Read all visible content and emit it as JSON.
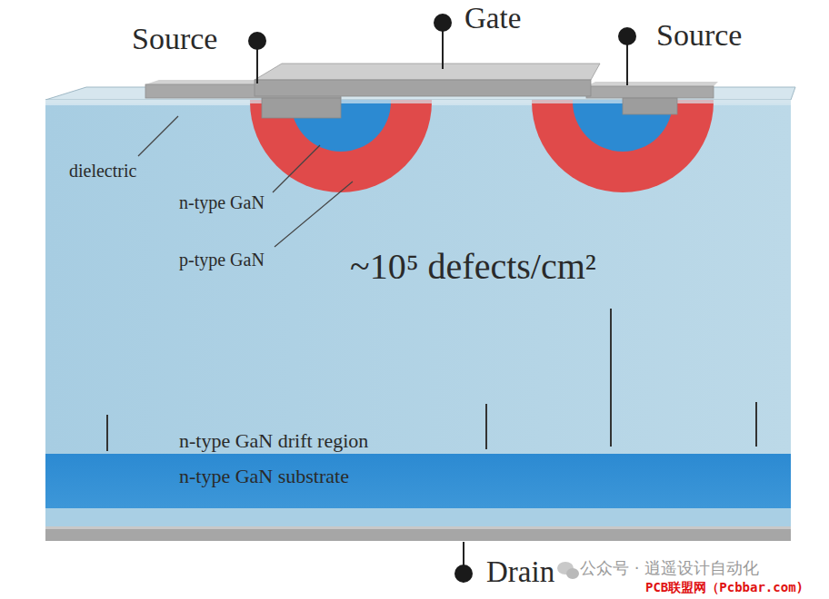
{
  "diagram": {
    "nodes": [
      {
        "text": [
          "~10⁵ defects/cm²",
          "n-type GaN drift region"
        ]
      },
      {
        "text": [
          "n-type GaN substrate"
        ]
      }
    ],
    "labels": [
      "Source",
      "Gate",
      "Source",
      "dielectric",
      "n-type GaN",
      "p-type GaN",
      "Drain",
      "公众号 · 逍遥设计自动化",
      "PCB联盟网（Pcbbar.com)"
    ]
  }
}
